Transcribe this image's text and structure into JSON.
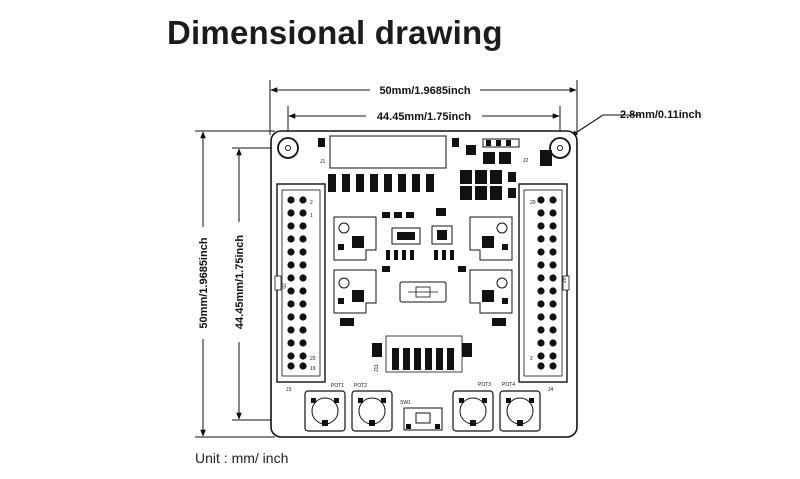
{
  "title": "Dimensional drawing",
  "unit_note": "Unit : mm/ inch",
  "dimensions": {
    "outer_width": "50mm/1.9685inch",
    "hole_spacing_horizontal": "44.45mm/1.75inch",
    "hole_diameter": "2.8mm/0.11inch",
    "outer_height": "50mm/1.9685inch",
    "hole_spacing_vertical": "44.45mm/1.75inch"
  },
  "silkscreen": {
    "j1": "J1",
    "j2": "J2",
    "j3": "J3",
    "j4": "J4",
    "j11": "J11",
    "pot1": "POT1",
    "pot2": "POT2",
    "pot3": "POT3",
    "pot4": "POT4",
    "sw1": "SW1",
    "pin_2": "2",
    "pin_1": "1",
    "pin_20": "20",
    "pin_19": "19"
  }
}
